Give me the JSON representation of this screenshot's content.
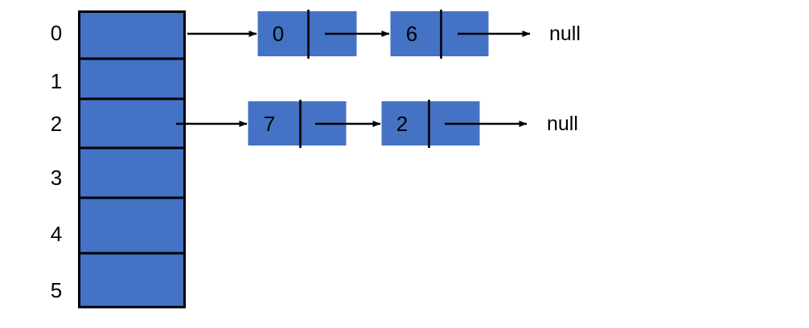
{
  "diagram": {
    "title": "hash-table-with-separate-chaining",
    "colors": {
      "cell_fill": "#4472C4",
      "cell_stroke": "#000000",
      "arrow": "#000000",
      "text": "#000000",
      "background": "#ffffff"
    },
    "bucket_array": {
      "name": "bucket-array",
      "indices": [
        {
          "label": "0"
        },
        {
          "label": "1"
        },
        {
          "label": "2"
        },
        {
          "label": "3"
        },
        {
          "label": "4"
        },
        {
          "label": "5"
        }
      ]
    },
    "chains": [
      {
        "bucket_index": "0",
        "nodes": [
          {
            "value": "0"
          },
          {
            "value": "6"
          }
        ],
        "terminator": "null"
      },
      {
        "bucket_index": "2",
        "nodes": [
          {
            "value": "7"
          },
          {
            "value": "2"
          }
        ],
        "terminator": "null"
      }
    ]
  }
}
